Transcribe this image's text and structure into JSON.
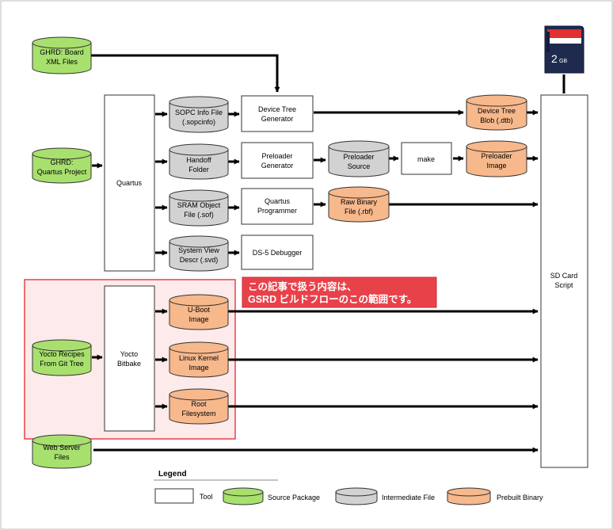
{
  "colors": {
    "source": "#a8e06e",
    "intermediate": "#d2d2d2",
    "prebuilt": "#f7b88c",
    "tool": "#ffffff",
    "highlight_fill": "#fdeaea",
    "highlight_border": "#e8414a",
    "callout": "#e8414a"
  },
  "sources": {
    "board_xml": [
      "GHRD: Board",
      "XML Files"
    ],
    "quartus_project": [
      "GHRD:",
      "Quartus Project"
    ],
    "yocto_recipes": [
      "Yocto Recipes",
      "From Git Tree"
    ],
    "web_server": [
      "Web Server",
      "Files"
    ]
  },
  "tools": {
    "quartus": "Quartus",
    "device_tree_generator": [
      "Device Tree",
      "Generator"
    ],
    "preloader_generator": [
      "Preloader",
      "Generator"
    ],
    "quartus_programmer": [
      "Quartus",
      "Programmer"
    ],
    "make": "make",
    "ds5_debugger": "DS-5 Debugger",
    "yocto_bitbake": [
      "Yocto",
      "Bitbake"
    ],
    "sd_card_script": [
      "SD Card",
      "Script"
    ]
  },
  "intermediate": {
    "sopc_info": [
      "SOPC Info File",
      "(.sopcinfo)"
    ],
    "handoff": [
      "Handoff",
      "Folder"
    ],
    "sram_object": [
      "SRAM Object",
      "File (.sof)"
    ],
    "system_view": [
      "System View",
      "Descr (.svd)"
    ],
    "preloader_source": [
      "Preloader",
      "Source"
    ]
  },
  "prebuilt": {
    "dtb": [
      "Device Tree",
      "Blob (.dtb)"
    ],
    "preloader_image": [
      "Preloader",
      "Image"
    ],
    "raw_binary": [
      "Raw Binary",
      "File (.rbf)"
    ],
    "uboot": [
      "U-Boot",
      "Image"
    ],
    "linux_kernel": [
      "Linux Kernel",
      "Image"
    ],
    "root_fs": [
      "Root",
      "Filesystem"
    ]
  },
  "sd_card": {
    "capacity": "2",
    "unit": "GB",
    "icon": "sd-card-icon"
  },
  "callout": [
    "この記事で扱う内容は、",
    "GSRD ビルドフローのこの範囲です。"
  ],
  "legend": {
    "title": "Legend",
    "tool": "Tool",
    "source": "Source Package",
    "intermediate": "Intermediate File",
    "prebuilt": "Prebuilt  Binary"
  }
}
